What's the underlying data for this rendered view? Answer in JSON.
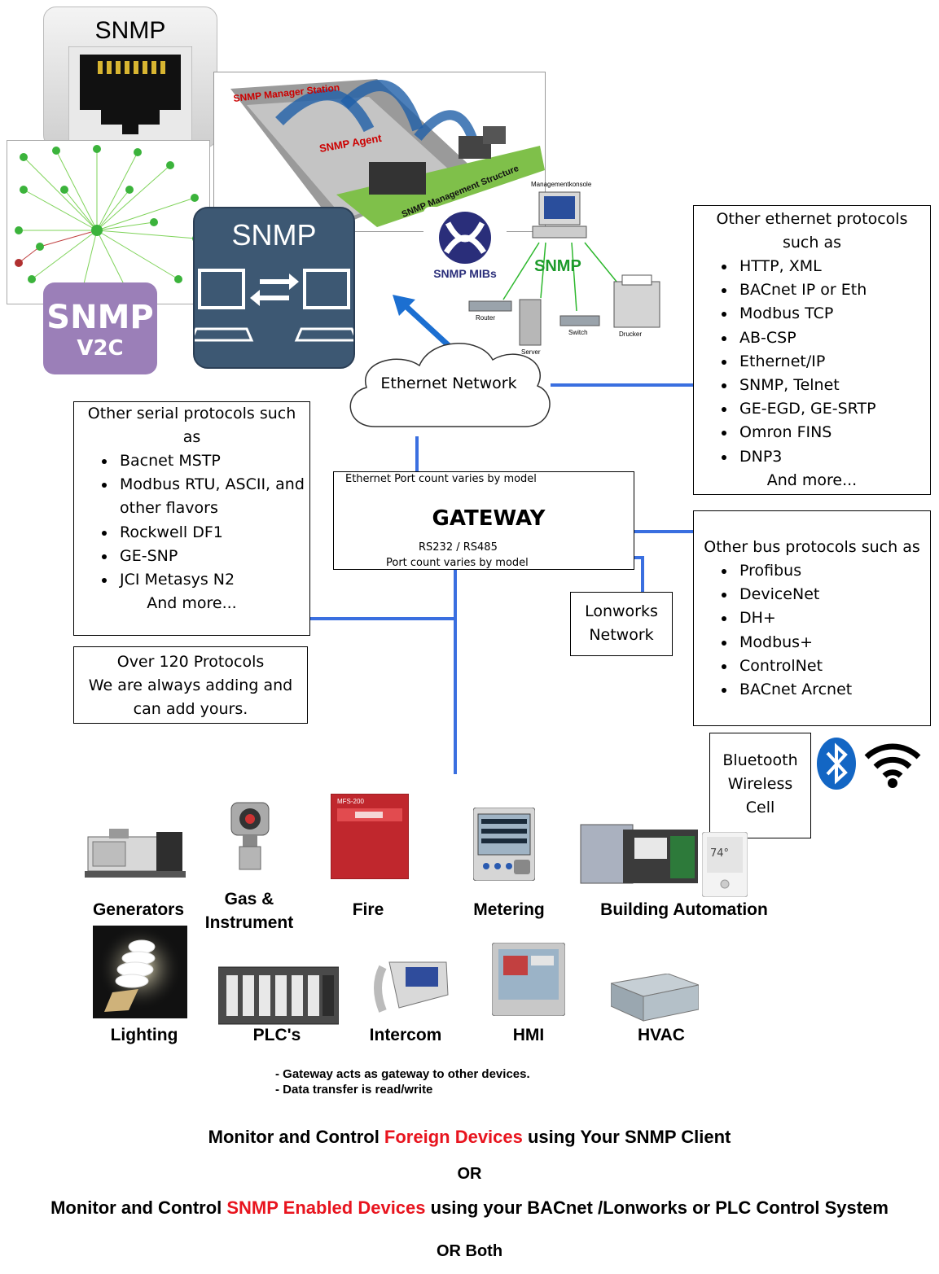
{
  "images": {
    "snmp_port_label": "SNMP",
    "manager_station_labels": [
      "SNMP Manager Station",
      "SNMP Agent",
      "SNMP Management Structure"
    ],
    "snmp_v2c": [
      "SNMP",
      "V2C"
    ],
    "snmp_exchange_label": "SNMP",
    "snmp_mibs_label": "SNMP MIBs",
    "network_diagram": {
      "console_label": "Managementkonsole",
      "protocol_label": "SNMP",
      "nodes": [
        "Router",
        "Server",
        "Switch",
        "Drucker"
      ]
    }
  },
  "cloud": {
    "label": "Ethernet Network"
  },
  "ethernet_protocols": {
    "title": "Other ethernet protocols such as",
    "items": [
      "HTTP, XML",
      "BACnet IP or Eth",
      "Modbus TCP",
      "AB-CSP",
      "Ethernet/IP",
      "SNMP, Telnet",
      "GE-EGD, GE-SRTP",
      "Omron FINS",
      "DNP3"
    ],
    "more": "And more..."
  },
  "serial_protocols": {
    "title": "Other serial protocols such as",
    "items": [
      "Bacnet MSTP",
      "Modbus RTU, ASCII, and other flavors",
      "Rockwell DF1",
      "GE-SNP",
      "JCI Metasys N2"
    ],
    "more": "And more..."
  },
  "gateway": {
    "ethernet_note": "Ethernet Port count varies by model",
    "title": "GATEWAY",
    "serial_note": "RS232 / RS485",
    "port_note": "Port count varies by model"
  },
  "bus_protocols": {
    "title": "Other bus protocols such as",
    "items": [
      "Profibus",
      "DeviceNet",
      "DH+",
      "Modbus+",
      "ControlNet",
      "BACnet Arcnet"
    ]
  },
  "lonworks": {
    "line1": "Lonworks",
    "line2": "Network"
  },
  "protocol_count": {
    "line1": "Over 120 Protocols",
    "line2": "We are always adding and",
    "line3": "can add yours."
  },
  "wireless": {
    "line1": "Bluetooth",
    "line2": "Wireless",
    "line3": "Cell"
  },
  "devices": {
    "generators": "Generators",
    "gas_instrument": [
      "Gas &",
      "Instrument"
    ],
    "fire": "Fire",
    "metering": "Metering",
    "building_automation": "Building Automation",
    "thermostat_reading": "74°",
    "fire_panel_label": "MFS-200",
    "lighting": "Lighting",
    "plcs": "PLC's",
    "intercom": "Intercom",
    "hmi": "HMI",
    "hvac": "HVAC"
  },
  "notes": {
    "line1": "- Gateway acts as gateway to other devices.",
    "line2": "- Data transfer is read/write"
  },
  "tagline": {
    "line1_pre": "Monitor and Control ",
    "line1_highlight": "Foreign Devices",
    "line1_post": " using Your SNMP Client",
    "or1": "OR",
    "line2_pre": "Monitor and Control ",
    "line2_highlight": "SNMP Enabled Devices",
    "line2_post": " using your BACnet /Lonworks or PLC Control System",
    "or2": "OR Both"
  },
  "colors": {
    "connector": "#3a6fe0",
    "highlight": "#e8141e",
    "snmp_green": "#1c9a2a",
    "v2c_purple": "#9b7fb8",
    "snmp_blue_panel": "#3d5873"
  }
}
